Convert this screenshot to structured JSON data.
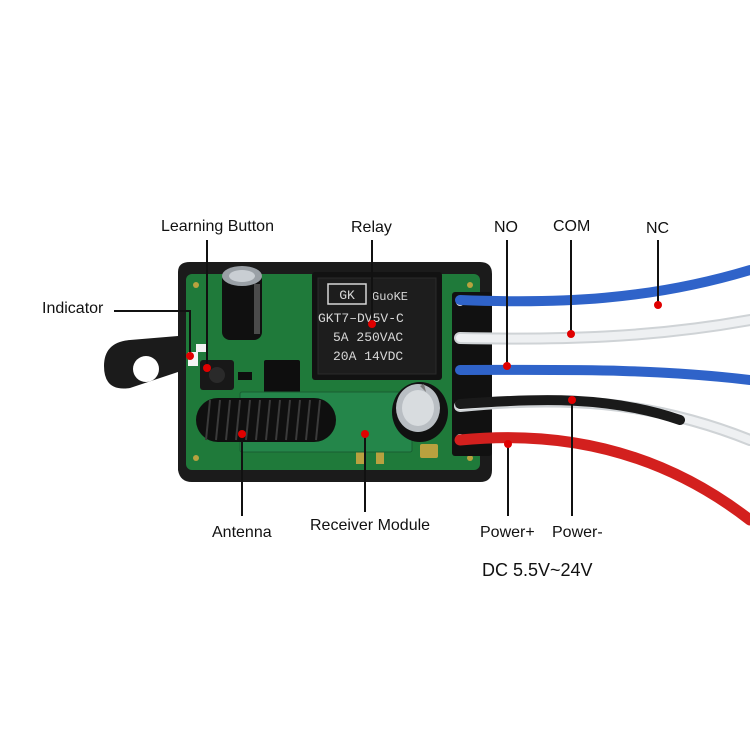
{
  "labels": {
    "learning_button": "Learning Button",
    "relay": "Relay",
    "no": "NO",
    "com": "COM",
    "nc": "NC",
    "indicator": "Indicator",
    "antenna": "Antenna",
    "receiver_module": "Receiver Module",
    "power_plus": "Power+",
    "power_minus": "Power-",
    "voltage": "DC 5.5V~24V"
  },
  "relay_marking": {
    "brand": "GuoKE",
    "model": "GKT7–DV5V-C",
    "rating_ac": "5A 250VAC",
    "rating_dc": "20A 14VDC"
  },
  "colors": {
    "pcb": "#1f7a3a",
    "housing": "#1b1b1b",
    "wire_blue": "#2f63c9",
    "wire_white": "#e9ecee",
    "wire_black": "#1a1a1a",
    "wire_red": "#d3201e",
    "marker": "#e00000"
  }
}
